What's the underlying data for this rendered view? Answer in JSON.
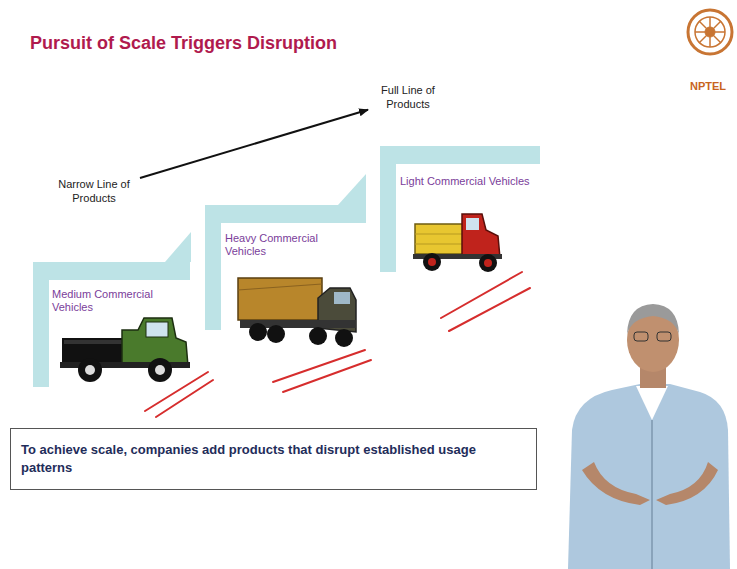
{
  "diagram": {
    "title": "Pursuit of Scale Triggers Disruption",
    "nodes": [
      {
        "text": [
          "Narrow Line of Products"
        ]
      },
      {
        "text": [
          "Full Line of Products"
        ]
      },
      {
        "text": [
          "Medium Commercial Vehicles"
        ]
      },
      {
        "text": [
          "Heavy Commercial Vehicles"
        ]
      },
      {
        "text": [
          "Light Commercial Vehicles"
        ]
      },
      {
        "text": [
          "To achieve scale, companies add products that disrupt established usage patterns"
        ]
      }
    ],
    "edges": [
      {
        "from": 0,
        "to": 1,
        "arrow": "to"
      }
    ],
    "labels": [
      "NPTEL"
    ]
  }
}
